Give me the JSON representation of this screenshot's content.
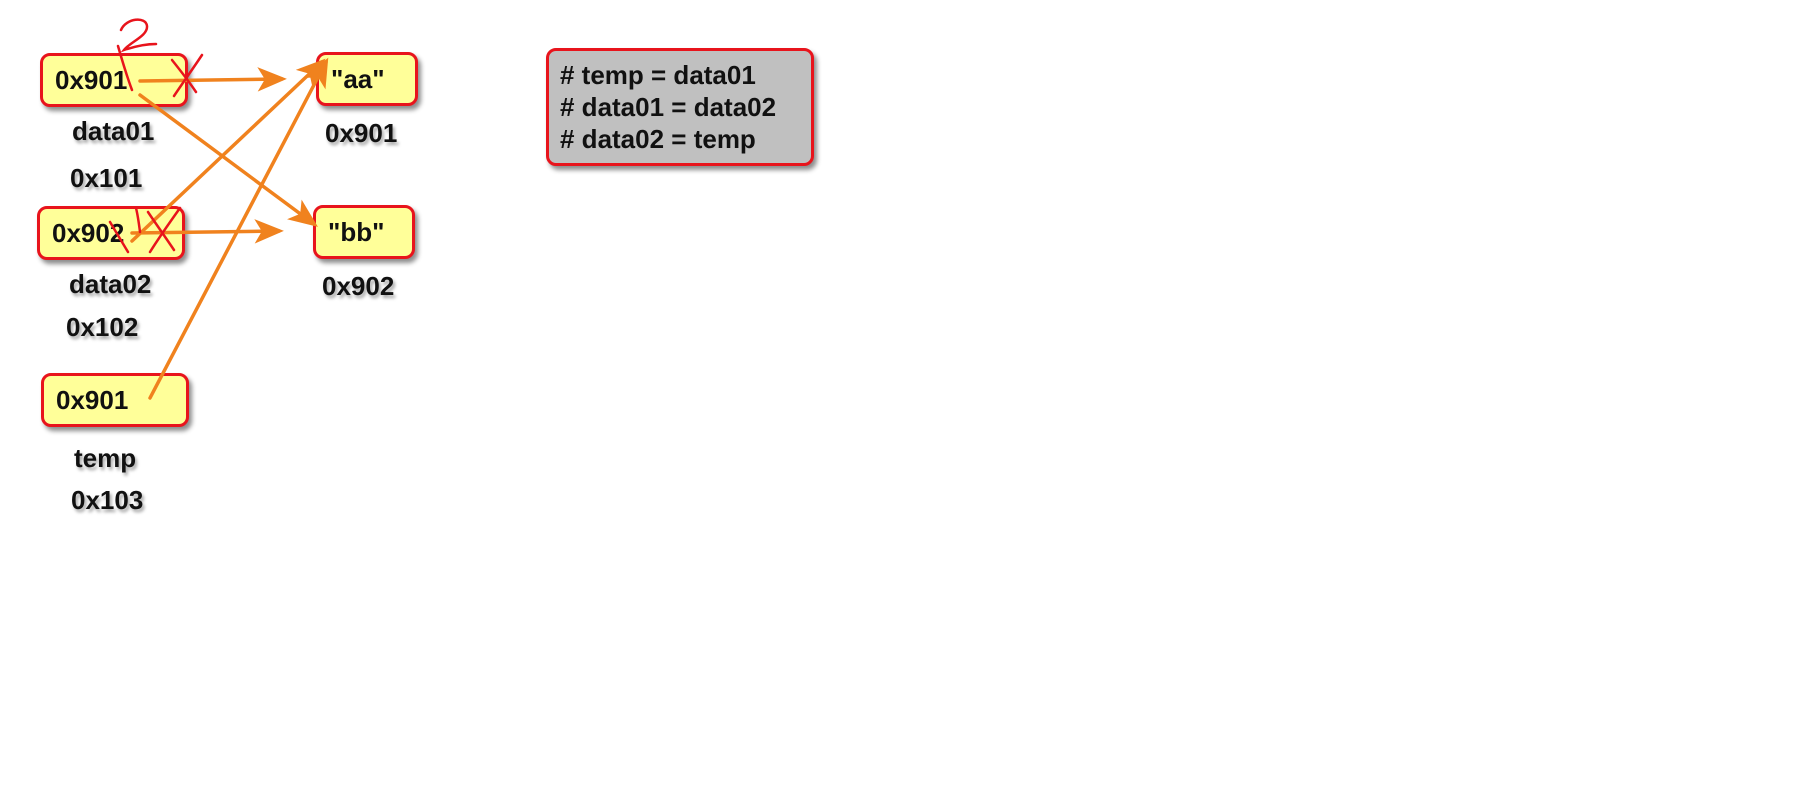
{
  "variables": [
    {
      "value": "0x901",
      "name": "data01",
      "address": "0x101"
    },
    {
      "value": "0x902",
      "name": "data02",
      "address": "0x102"
    },
    {
      "value": "0x901",
      "name": "temp",
      "address": "0x103"
    }
  ],
  "objects": [
    {
      "value": "\"aa\"",
      "address": "0x901"
    },
    {
      "value": "\"bb\"",
      "address": "0x902"
    }
  ],
  "code_lines": [
    "# temp = data01",
    "# data01 = data02",
    "# data02 = temp"
  ],
  "annotations": {
    "step_one": "1",
    "step_two": "2"
  },
  "colors": {
    "box_fill": "#ffff99",
    "box_border": "#e8141c",
    "arrow": "#f0821e",
    "code_box_fill": "#c0c0c0",
    "cross_mark": "#e8141c"
  }
}
